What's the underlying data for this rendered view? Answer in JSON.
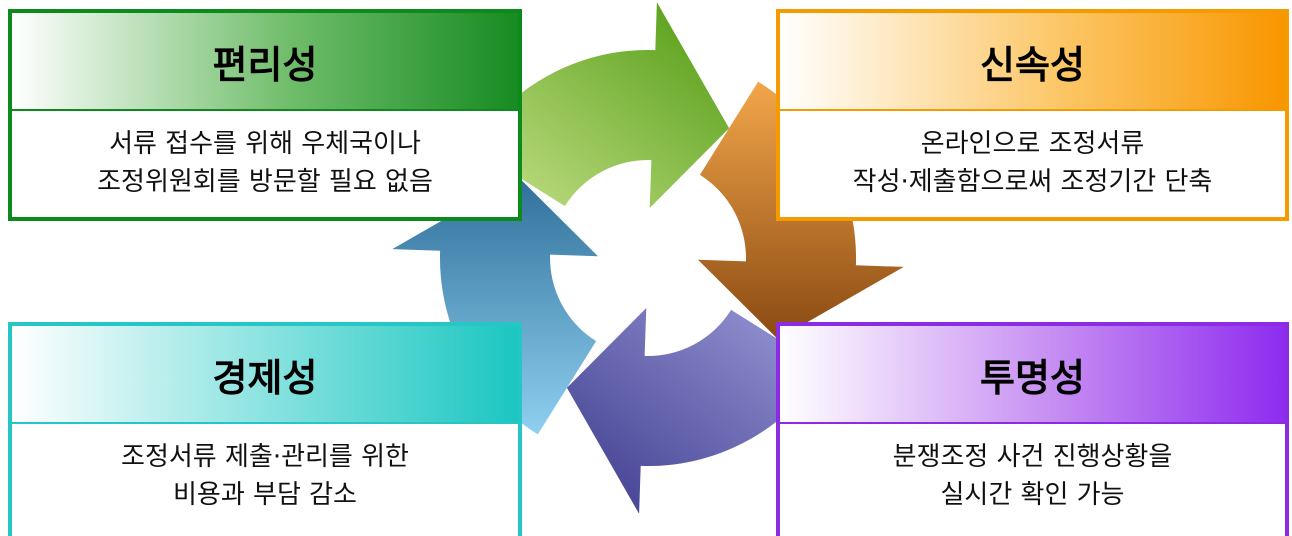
{
  "colors": {
    "convenience": "#0d8a1c",
    "speed": "#f59b00",
    "economy": "#25c6c4",
    "transparency": "#8b2be2",
    "arrow_green": "#63a617",
    "arrow_orange": "#d98a2a",
    "arrow_purple": "#6a62b8",
    "arrow_blue": "#3f8fc0"
  },
  "cycle": {
    "icon": "circular-arrows-icon"
  },
  "boxes": {
    "convenience": {
      "title": "편리성",
      "line1": "서류 접수를 위해 우체국이나",
      "line2": "조정위원회를 방문할 필요 없음"
    },
    "speed": {
      "title": "신속성",
      "line1": "온라인으로 조정서류",
      "line2": "작성·제출함으로써 조정기간 단축"
    },
    "economy": {
      "title": "경제성",
      "line1": "조정서류 제출·관리를 위한",
      "line2": "비용과 부담 감소"
    },
    "transparency": {
      "title": "투명성",
      "line1": "분쟁조정 사건 진행상황을",
      "line2": "실시간 확인 가능"
    }
  }
}
